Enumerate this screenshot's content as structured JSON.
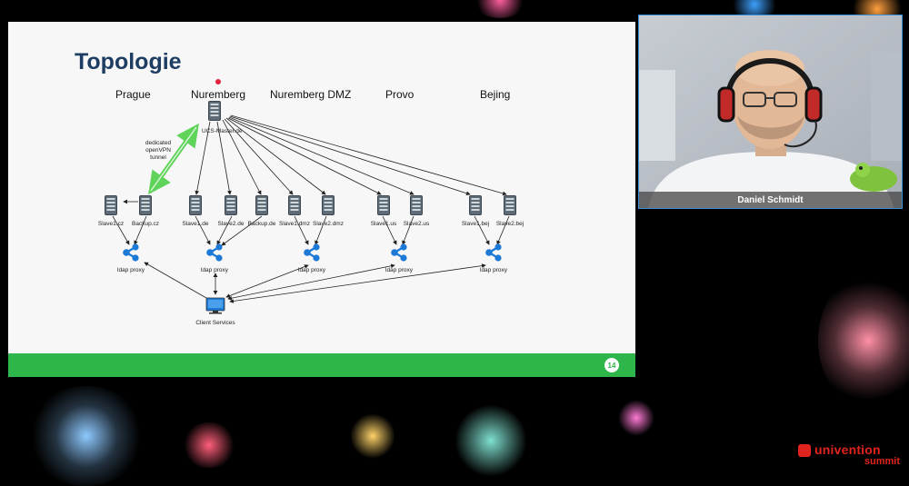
{
  "slide": {
    "title": "Topologie",
    "locations": [
      "Prague",
      "Nuremberg",
      "Nuremberg DMZ",
      "Provo",
      "Bejing"
    ],
    "master_label": "UCS-Master.de",
    "tunnel_label": [
      "dedicated",
      "openVPN",
      "tunnel"
    ],
    "servers": [
      "Slave1.cz",
      "Backup.cz",
      "Slave1.de",
      "Slave2.de",
      "Backup.de",
      "Slave1.dmz",
      "Slave2.dmz",
      "Slave1.us",
      "Slave2.us",
      "Slave1.bej",
      "Slave2.bej"
    ],
    "proxies": [
      "ldap proxy",
      "ldap proxy",
      "ldap proxy",
      "ldap proxy",
      "ldap proxy"
    ],
    "client_label": "Client Services",
    "page_number": "14",
    "colors": {
      "title": "#1e3d63",
      "footer": "#2fb64a",
      "tunnel": "#5fd35a",
      "share_icon": "#1c79d6",
      "server": "#5e6c78"
    }
  },
  "webcam": {
    "speaker_name": "Daniel Schmidt",
    "border_color": "#3a8fd8"
  },
  "brand": {
    "name": "univention",
    "sub": "summit",
    "color": "#e1231d"
  }
}
